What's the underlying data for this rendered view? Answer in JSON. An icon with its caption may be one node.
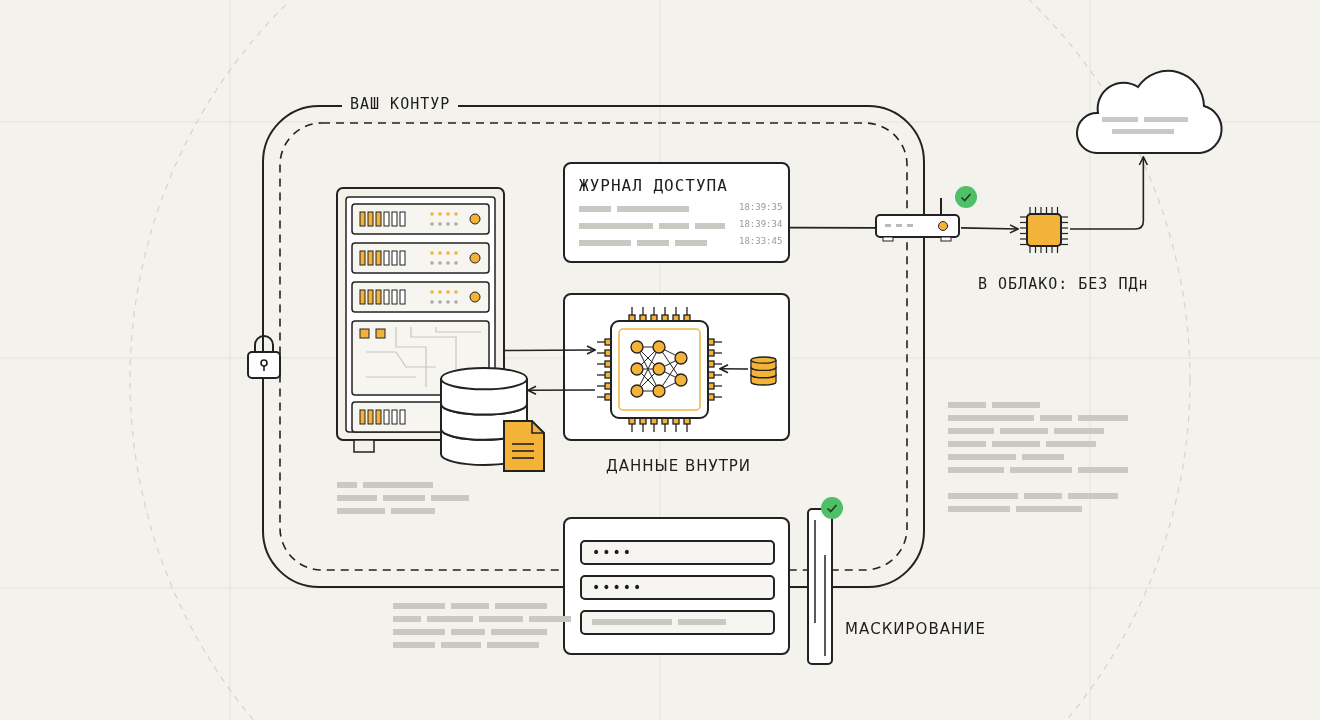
{
  "diagram": {
    "nodes": [
      {
        "text": [
          "ВАШ КОНТУР"
        ]
      },
      {
        "text": [],
        "shape": "picture",
        "in": 0
      },
      {
        "text": [],
        "shape": "cylinder",
        "in": 0
      },
      {
        "text": [
          "ЖУРНАЛ ДОСТУПА",
          "18:39:35",
          "18:39:34",
          "18:33:45"
        ],
        "in": 0
      },
      {
        "text": [],
        "shape": "box",
        "beside": [
          "ДАННЫЕ ВНУТРИ"
        ],
        "in": 0
      },
      {
        "text": [],
        "shape": "picture",
        "in": 4
      },
      {
        "text": [],
        "shape": "cylinder",
        "in": 4
      },
      {
        "text": [],
        "shape": "picture"
      },
      {
        "text": [],
        "shape": "picture",
        "beside": [
          "В ОБЛАКО: БЕЗ ПДн"
        ]
      },
      {
        "text": [],
        "shape": "cloud"
      },
      {
        "text": [
          "••••",
          "•••••"
        ]
      },
      {
        "text": [],
        "shape": "bar",
        "beside": [
          "МАСКИРОВАНИЕ"
        ]
      }
    ],
    "edges": [
      {
        "from": 1,
        "to": 5,
        "arrow": "to"
      },
      {
        "from": 5,
        "to": 2,
        "arrow": "to"
      },
      {
        "from": 6,
        "to": 5,
        "arrow": "to"
      },
      {
        "from": 3,
        "to": 7,
        "arrow": "none"
      },
      {
        "from": 7,
        "to": 8,
        "arrow": "to"
      },
      {
        "from": 8,
        "to": 9,
        "arrow": "to"
      }
    ]
  }
}
